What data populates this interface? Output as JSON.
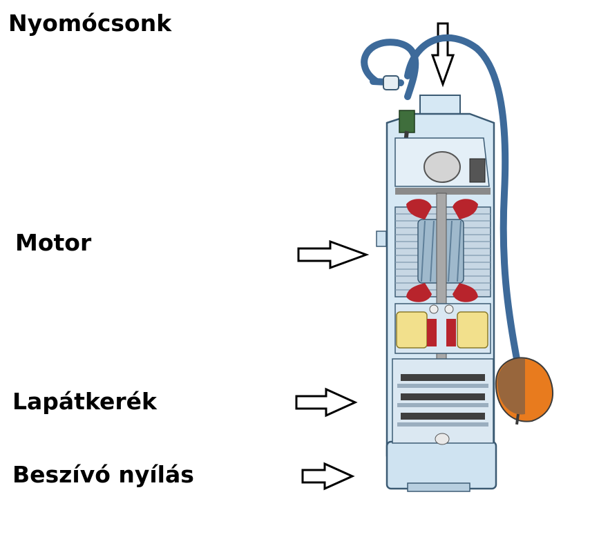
{
  "labels": {
    "outlet": "Nyomócsonk",
    "motor": "Motor",
    "impeller": "Lapátkerék",
    "inlet": "Beszívó nyílás"
  },
  "colors": {
    "casing": "#d6e8f4",
    "casing_outline": "#3b5a73",
    "cable": "#3d6a9a",
    "float": "#e87b1e",
    "winding": "#b8242c",
    "bearing_housing": "#f2e08c"
  }
}
